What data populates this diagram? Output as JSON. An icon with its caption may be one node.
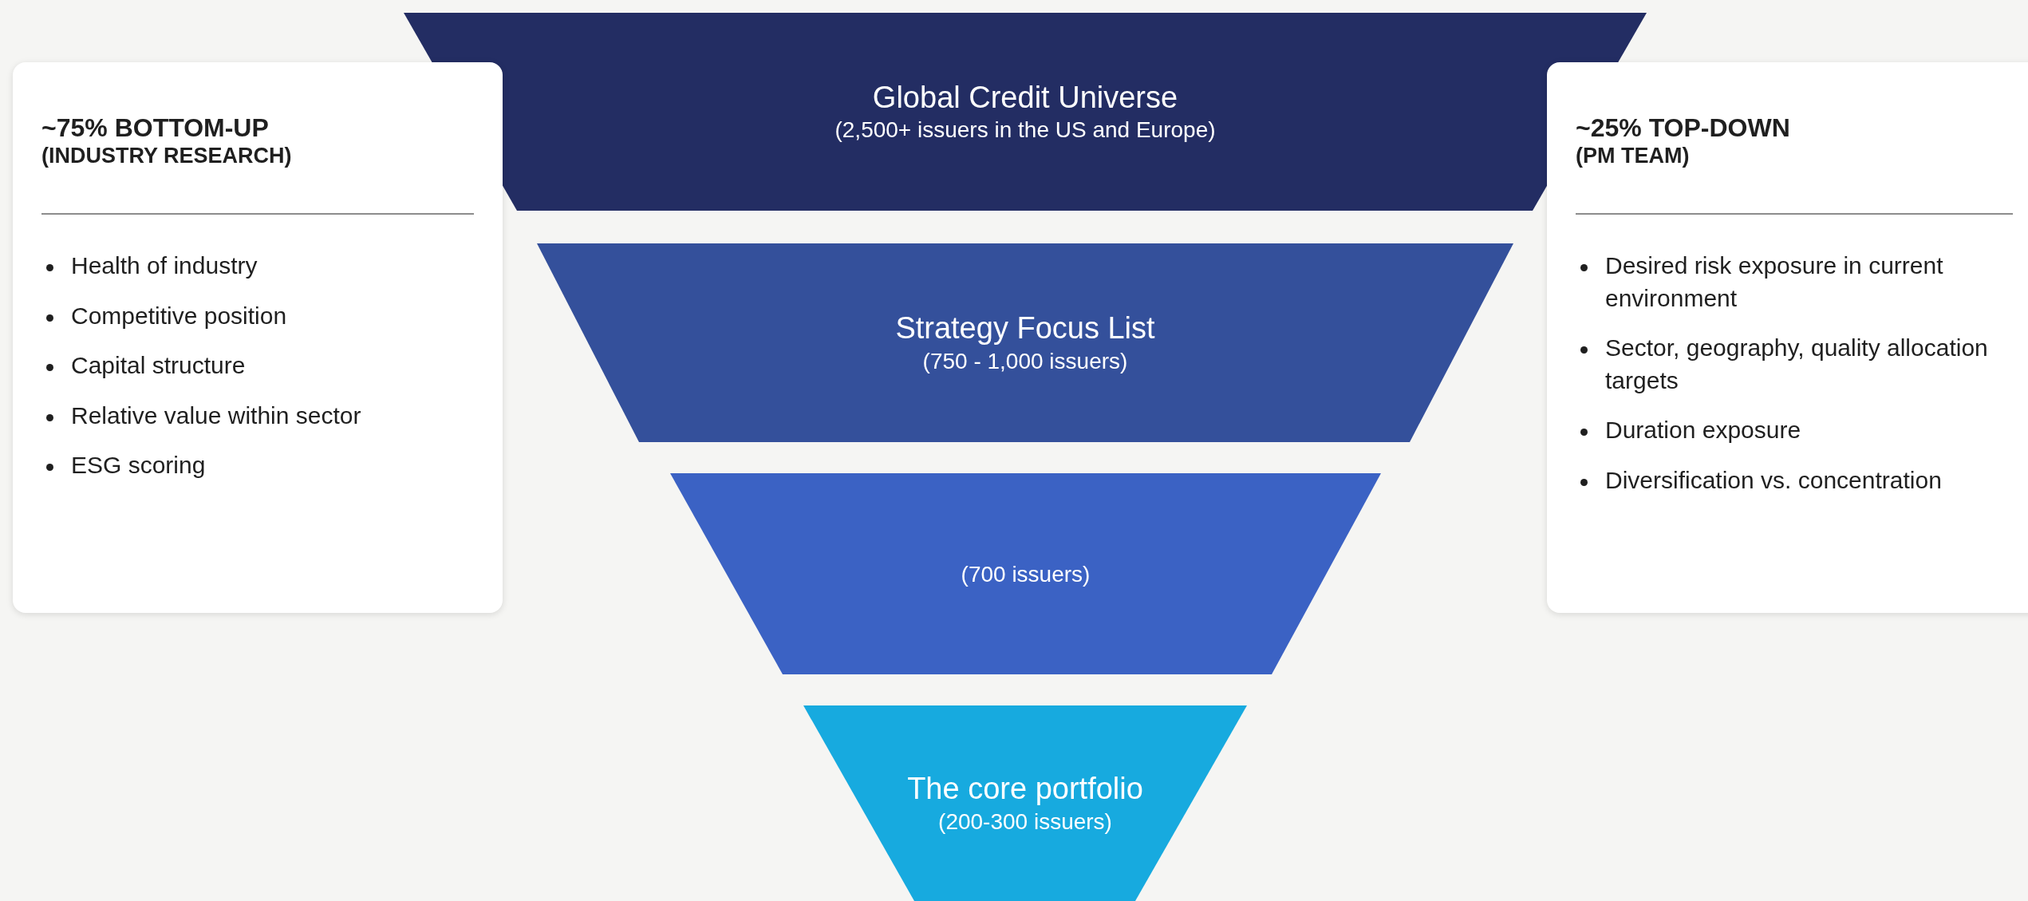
{
  "diagram": {
    "nodes": [
      {
        "text": [
          "~75% BOTTOM-UP",
          "(INDUSTRY RESEARCH)",
          "Health of industry",
          "Competitive position",
          "Capital structure",
          "Relative value within sector",
          "ESG scoring"
        ]
      },
      {
        "text": [
          "Global Credit Universe",
          "(2,500+ issuers in the US and Europe)"
        ]
      },
      {
        "text": [
          "Strategy Focus List",
          "(750 - 1,000 issuers)"
        ]
      },
      {
        "text": [
          "(700 issuers)"
        ]
      },
      {
        "text": [
          "The core portfolio",
          "(200-300 issuers)"
        ]
      },
      {
        "text": [
          "~25% TOP-DOWN",
          "(PM TEAM)",
          "Desired risk exposure in current environment",
          "Sector, geography, quality allocation targets",
          "Duration exposure",
          "Diversification vs. concentration"
        ]
      }
    ]
  }
}
